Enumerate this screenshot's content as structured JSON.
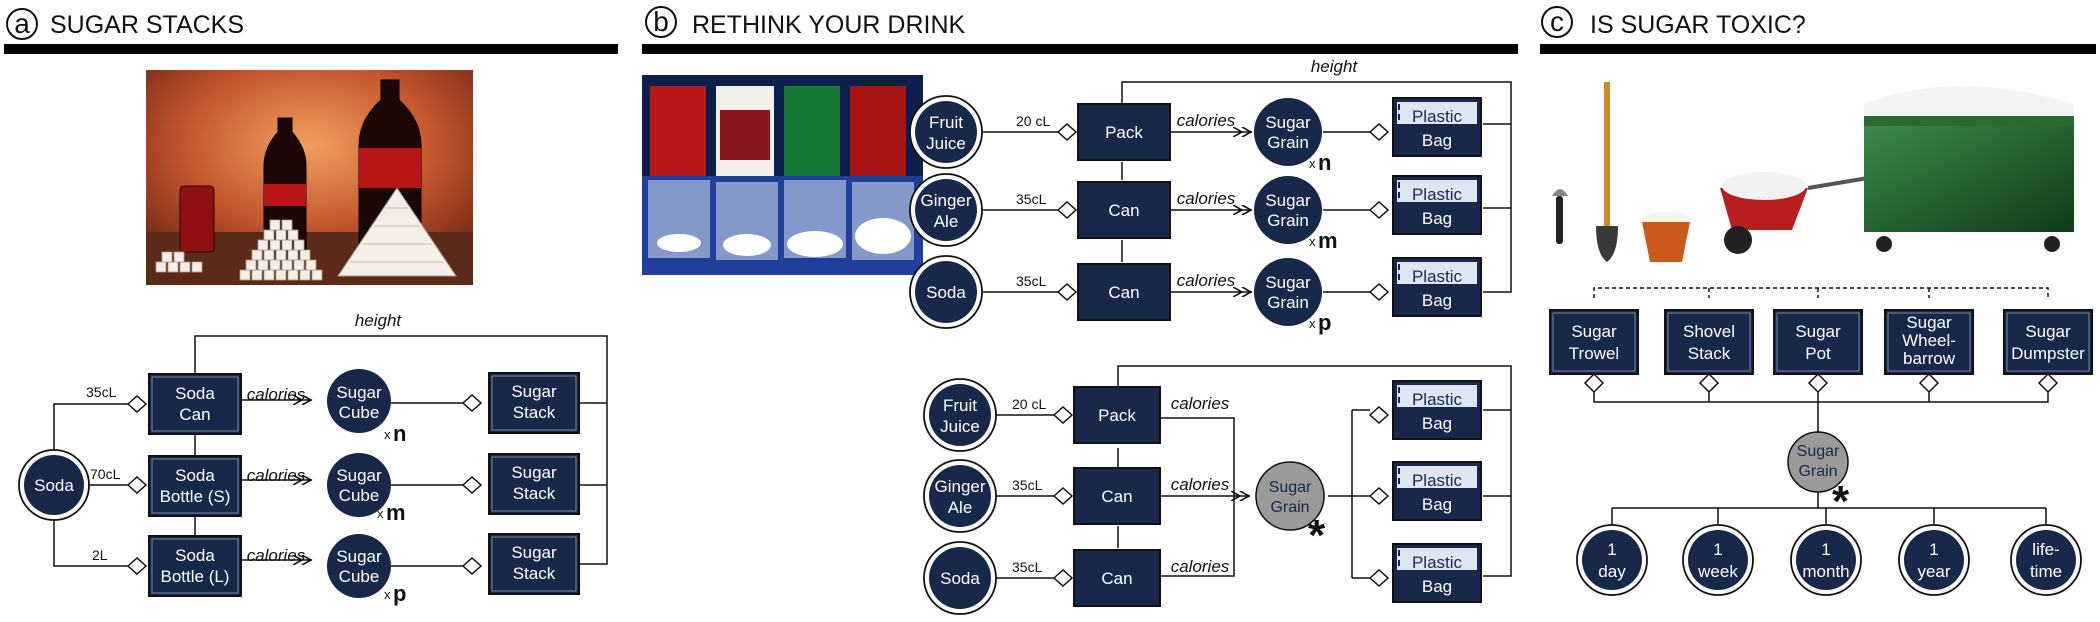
{
  "panels": {
    "a": {
      "letter": "a",
      "title": "SUGAR STACKS"
    },
    "b": {
      "letter": "b",
      "title": "RETHINK YOUR DRINK"
    },
    "c": {
      "letter": "c",
      "title": "IS SUGAR TOXIC?"
    }
  },
  "labels": {
    "height": "height",
    "calories": "calories",
    "asterisk": "*",
    "x": "x"
  },
  "panel_a": {
    "root": "Soda",
    "rows": [
      {
        "volume": "35cL",
        "container": [
          "Soda",
          "Can"
        ],
        "unit": [
          "Sugar",
          "Cube"
        ],
        "mult": "n",
        "result": [
          "Sugar",
          "Stack"
        ]
      },
      {
        "volume": "70cL",
        "container": [
          "Soda",
          "Bottle (S)"
        ],
        "unit": [
          "Sugar",
          "Cube"
        ],
        "mult": "m",
        "result": [
          "Sugar",
          "Stack"
        ]
      },
      {
        "volume": "2L",
        "container": [
          "Soda",
          "Bottle (L)"
        ],
        "unit": [
          "Sugar",
          "Cube"
        ],
        "mult": "p",
        "result": [
          "Sugar",
          "Stack"
        ]
      }
    ]
  },
  "panel_b": {
    "top_rows": [
      {
        "drink": [
          "Fruit",
          "Juice"
        ],
        "volume": "20 cL",
        "container": "Pack",
        "unit": [
          "Sugar",
          "Grain"
        ],
        "mult": "n",
        "result": [
          "Plastic",
          "Bag"
        ]
      },
      {
        "drink": [
          "Ginger",
          "Ale"
        ],
        "volume": "35cL",
        "container": "Can",
        "unit": [
          "Sugar",
          "Grain"
        ],
        "mult": "m",
        "result": [
          "Plastic",
          "Bag"
        ]
      },
      {
        "drink": [
          "Soda"
        ],
        "volume": "35cL",
        "container": "Can",
        "unit": [
          "Sugar",
          "Grain"
        ],
        "mult": "p",
        "result": [
          "Plastic",
          "Bag"
        ]
      }
    ],
    "bottom_rows": [
      {
        "drink": [
          "Fruit",
          "Juice"
        ],
        "volume": "20 cL",
        "container": "Pack",
        "result": [
          "Plastic",
          "Bag"
        ]
      },
      {
        "drink": [
          "Ginger",
          "Ale"
        ],
        "volume": "35cL",
        "container": "Can",
        "result": [
          "Plastic",
          "Bag"
        ]
      },
      {
        "drink": [
          "Soda"
        ],
        "volume": "35cL",
        "container": "Can",
        "result": [
          "Plastic",
          "Bag"
        ]
      }
    ],
    "shared_unit": [
      "Sugar",
      "Grain"
    ]
  },
  "panel_c": {
    "containers": [
      [
        "Sugar",
        "Trowel"
      ],
      [
        "Shovel",
        "Stack"
      ],
      [
        "Sugar",
        "Pot"
      ],
      [
        "Sugar",
        "Wheel-",
        "barrow"
      ],
      [
        "Sugar",
        "Dumpster"
      ]
    ],
    "unit": [
      "Sugar",
      "Grain"
    ],
    "durations": [
      [
        "1",
        "day"
      ],
      [
        "1",
        "week"
      ],
      [
        "1",
        "month"
      ],
      [
        "1",
        "year"
      ],
      [
        "life-",
        "time"
      ]
    ]
  },
  "colors": {
    "navy": "#17284a",
    "grey_node": "#9a9a9a",
    "bag_light": "#dde6f3",
    "title_bar": "#000000"
  }
}
